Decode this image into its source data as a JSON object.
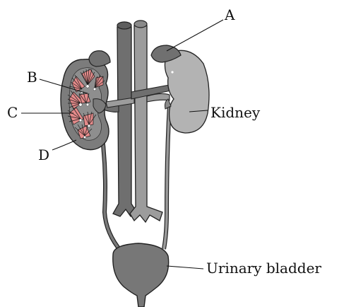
{
  "labels": {
    "A": "A",
    "B": "B",
    "C": "C",
    "D": "D",
    "kidney": "Kidney",
    "bladder": "Urinary bladder"
  },
  "colors": {
    "vessel_dark": "#6f6f6f",
    "vessel_light": "#9c9c9c",
    "kidney_right": "#b3b3b3",
    "adrenal": "#707070",
    "kidney_cortex": "#7c7c7c",
    "pyramid": "#e48a8a",
    "bladder": "#777777",
    "outline": "#222222"
  }
}
